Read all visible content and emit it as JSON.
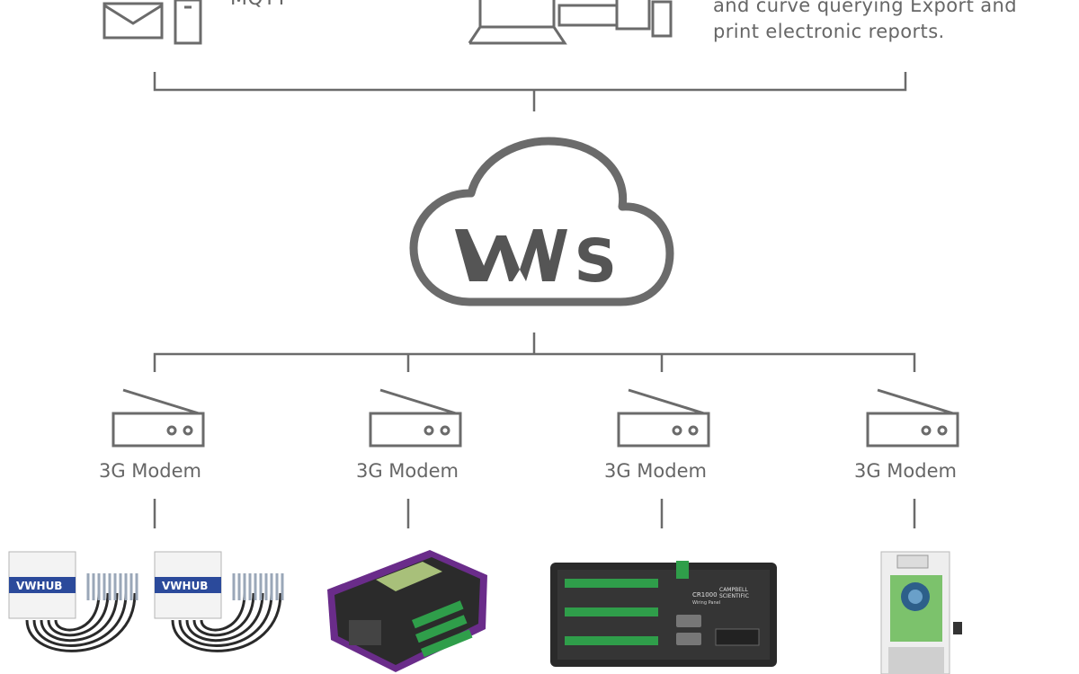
{
  "top": {
    "protocol_label": "MQTT",
    "software_lines": [
      "and curve querying Export and",
      "print electronic reports."
    ]
  },
  "cloud": {
    "logo_text": "WMS"
  },
  "modems": [
    {
      "label": "3G Modem"
    },
    {
      "label": "3G Modem"
    },
    {
      "label": "3G Modem"
    },
    {
      "label": "3G Modem"
    }
  ],
  "devices": {
    "vwhub_label": "VWHUB",
    "cr1000_label": "CR1000",
    "cr1000_sub": "Wiring Panel",
    "campbell_label_1": "CAMPBELL",
    "campbell_label_2": "SCIENTIFIC"
  },
  "colors": {
    "line": "#6b6b6b",
    "vwhub_band": "#2b4a9b",
    "datalogger_purple": "#6a2c8a",
    "terminal_green": "#2f9e4a",
    "station_green": "#7cc26c"
  }
}
